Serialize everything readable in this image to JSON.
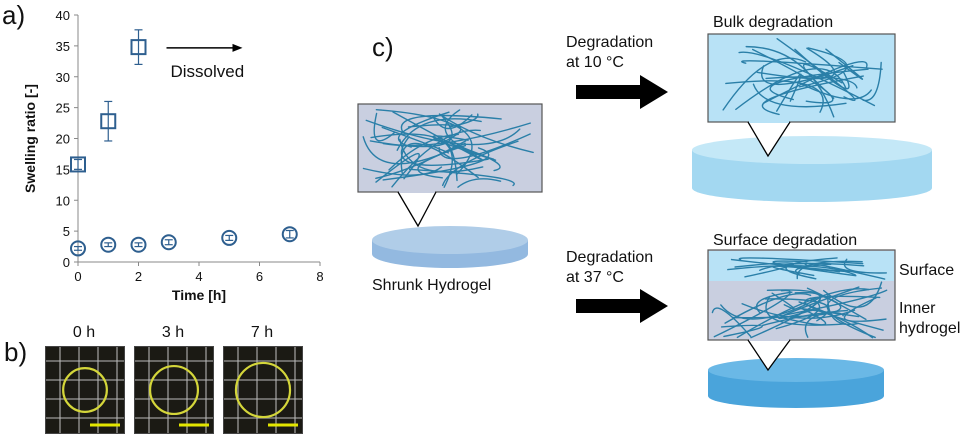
{
  "panel_a": {
    "label": "a)",
    "annotation": "Dissolved",
    "chart_data": {
      "type": "scatter",
      "xlabel": "Time [h]",
      "ylabel": "Swelling ratio [-]",
      "xlim": [
        0,
        8
      ],
      "ylim": [
        0,
        40
      ],
      "xticks": [
        0,
        2,
        4,
        6,
        8
      ],
      "yticks": [
        0,
        5,
        10,
        15,
        20,
        25,
        30,
        35,
        40
      ],
      "grid": false,
      "series": [
        {
          "marker": "square",
          "color": "#2e5f8f",
          "x": [
            0,
            1,
            2
          ],
          "y": [
            15.8,
            22.8,
            34.8
          ],
          "err": [
            0.8,
            3.2,
            2.8
          ]
        },
        {
          "marker": "circle",
          "color": "#2e5f8f",
          "x": [
            0,
            1,
            2,
            3,
            5,
            7
          ],
          "y": [
            2.2,
            2.8,
            2.8,
            3.2,
            3.9,
            4.5
          ],
          "err": [
            0.3,
            0.3,
            0.3,
            0.4,
            0.4,
            0.6
          ]
        }
      ]
    }
  },
  "panel_b": {
    "label": "b)",
    "photos": [
      {
        "time": "0 h",
        "ring": 0.42
      },
      {
        "time": "3 h",
        "ring": 0.46
      },
      {
        "time": "7 h",
        "ring": 0.52
      }
    ]
  },
  "panel_c": {
    "label": "c)",
    "shrunk_label": "Shrunk Hydrogel",
    "top": {
      "arrow_line1": "Degradation",
      "arrow_line2": "at 10 °C",
      "title": "Bulk degradation"
    },
    "bottom": {
      "arrow_line1": "Degradation",
      "arrow_line2": "at 37 °C",
      "title": "Surface degradation",
      "surface_label": "Surface",
      "inner_line1": "Inner",
      "inner_line2": "hydrogel"
    }
  },
  "colors": {
    "marker": "#2e5f8f",
    "fiber": "#2a7fa8",
    "hydrogel": "#b8e2f6",
    "disk": "#a3d8f1",
    "ring": "#d4d63a"
  }
}
